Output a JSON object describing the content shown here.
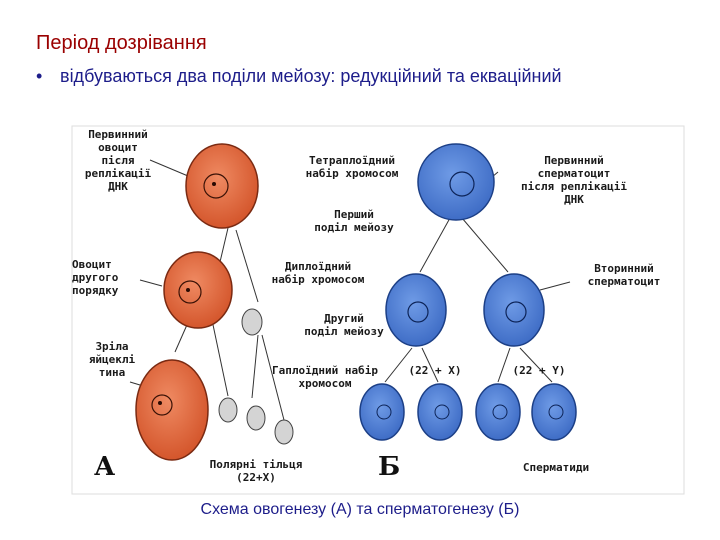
{
  "title": "Період дозрівання",
  "bullet": "відбуваються два поділи мейозу: редукційний та екваційний",
  "diagram": {
    "labels": {
      "primary_oocyte": "Первинний\nовоцит\nпісля\nреплікації\nДНК",
      "tetraploid": "Тетраплоїдний\nнабір хромосом",
      "primary_spermatocyte": "Первинний\nсперматоцит\nпісля реплікації\nДНК",
      "first_division": "Перший\nподіл мейозу",
      "secondary_oocyte": "Овоцит\nдругого\nпорядку",
      "diploid": "Диплоїдний\nнабір хромосом",
      "secondary_spermatocyte": "Вторинний\nсперматоцит",
      "second_division": "Другий\nподіл мейозу",
      "mature_egg": "Зріла\nяйцеклі\nтина",
      "haploid": "Гаплоїдний набір\nхромосом",
      "x_set": "(22 + X)",
      "y_set": "(22 + Y)",
      "polar_bodies": "Полярні тільця\n(22+X)",
      "spermatids": "Сперматиди",
      "panel_a": "А",
      "panel_b": "Б"
    },
    "colors": {
      "oocyte": "#e0653a",
      "sperm": "#4f7fd6",
      "polar": "#c8c8c8"
    }
  },
  "caption": "Схема овогенезу (А) та сперматогенезу (Б)"
}
